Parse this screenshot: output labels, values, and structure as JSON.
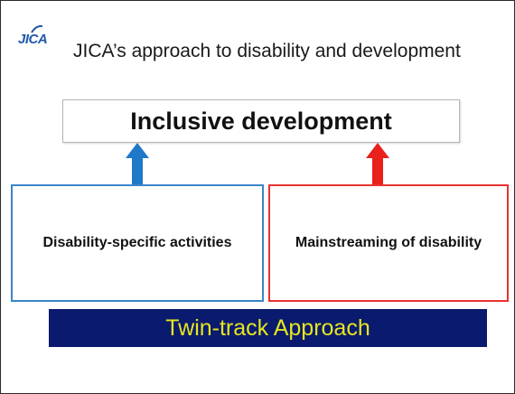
{
  "logo": {
    "text": "JICA"
  },
  "title": "JICA’s approach to disability and development",
  "goal": {
    "label": "Inclusive development"
  },
  "tracks": [
    {
      "label": "Disability-specific activities",
      "color": "#3a86c8"
    },
    {
      "label": "Mainstreaming of disability",
      "color": "#e8322e"
    }
  ],
  "banner": {
    "label": "Twin-track Approach",
    "background": "#0a1a6e",
    "text_color": "#e6e61e"
  },
  "arrows": [
    {
      "name": "blue-up-arrow",
      "color": "#1f78c8",
      "direction": "up"
    },
    {
      "name": "red-up-arrow",
      "color": "#e8211c",
      "direction": "up"
    }
  ]
}
